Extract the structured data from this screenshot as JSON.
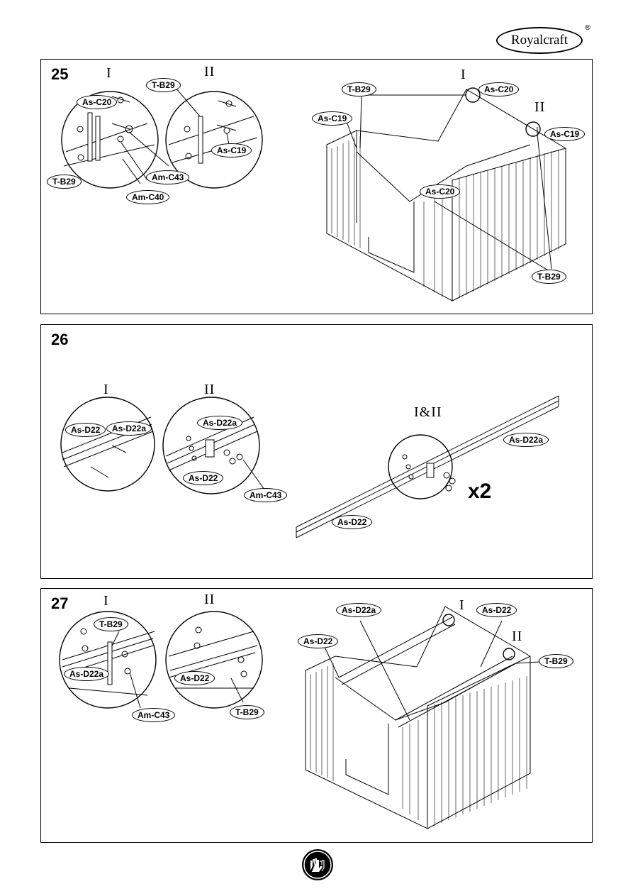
{
  "brand": {
    "name": "Royalcraft",
    "mark": "®"
  },
  "steps": [
    {
      "number": "25",
      "detail_labels": [
        "I",
        "II",
        "I",
        "II"
      ],
      "callouts": {
        "d1_as_c20": "As-C20",
        "d1_t_b29": "T-B29",
        "d1_am_c43": "Am-C43",
        "d1_am_c40": "Am-C40",
        "d2_t_b29": "T-B29",
        "d2_as_c19": "As-C19",
        "m_t_b29_top": "T-B29",
        "m_as_c19_left": "As-C19",
        "m_as_c20_top": "As-C20",
        "m_as_c19_right": "As-C19",
        "m_as_c20_mid": "As-C20",
        "m_t_b29_bottom": "T-B29"
      }
    },
    {
      "number": "26",
      "detail_labels": [
        "I",
        "II",
        "I&II"
      ],
      "callouts": {
        "d1_as_d22": "As-D22",
        "d1_as_d22a": "As-D22a",
        "d2_as_d22a": "As-D22a",
        "d2_as_d22": "As-D22",
        "d2_am_c43": "Am-C43",
        "m_as_d22a": "As-D22a",
        "m_as_d22": "As-D22"
      },
      "quantity": "x2"
    },
    {
      "number": "27",
      "detail_labels": [
        "I",
        "II",
        "I",
        "II"
      ],
      "callouts": {
        "d1_t_b29": "T-B29",
        "d1_as_d22a": "As-D22a",
        "d1_am_c43": "Am-C43",
        "d2_as_d22": "As-D22",
        "d2_t_b29": "T-B29",
        "m_as_d22a": "As-D22a",
        "m_as_d22_right": "As-D22",
        "m_as_d22_left": "As-D22",
        "m_t_b29": "T-B29"
      }
    }
  ],
  "footer": {
    "icon": "gloves-icon"
  }
}
